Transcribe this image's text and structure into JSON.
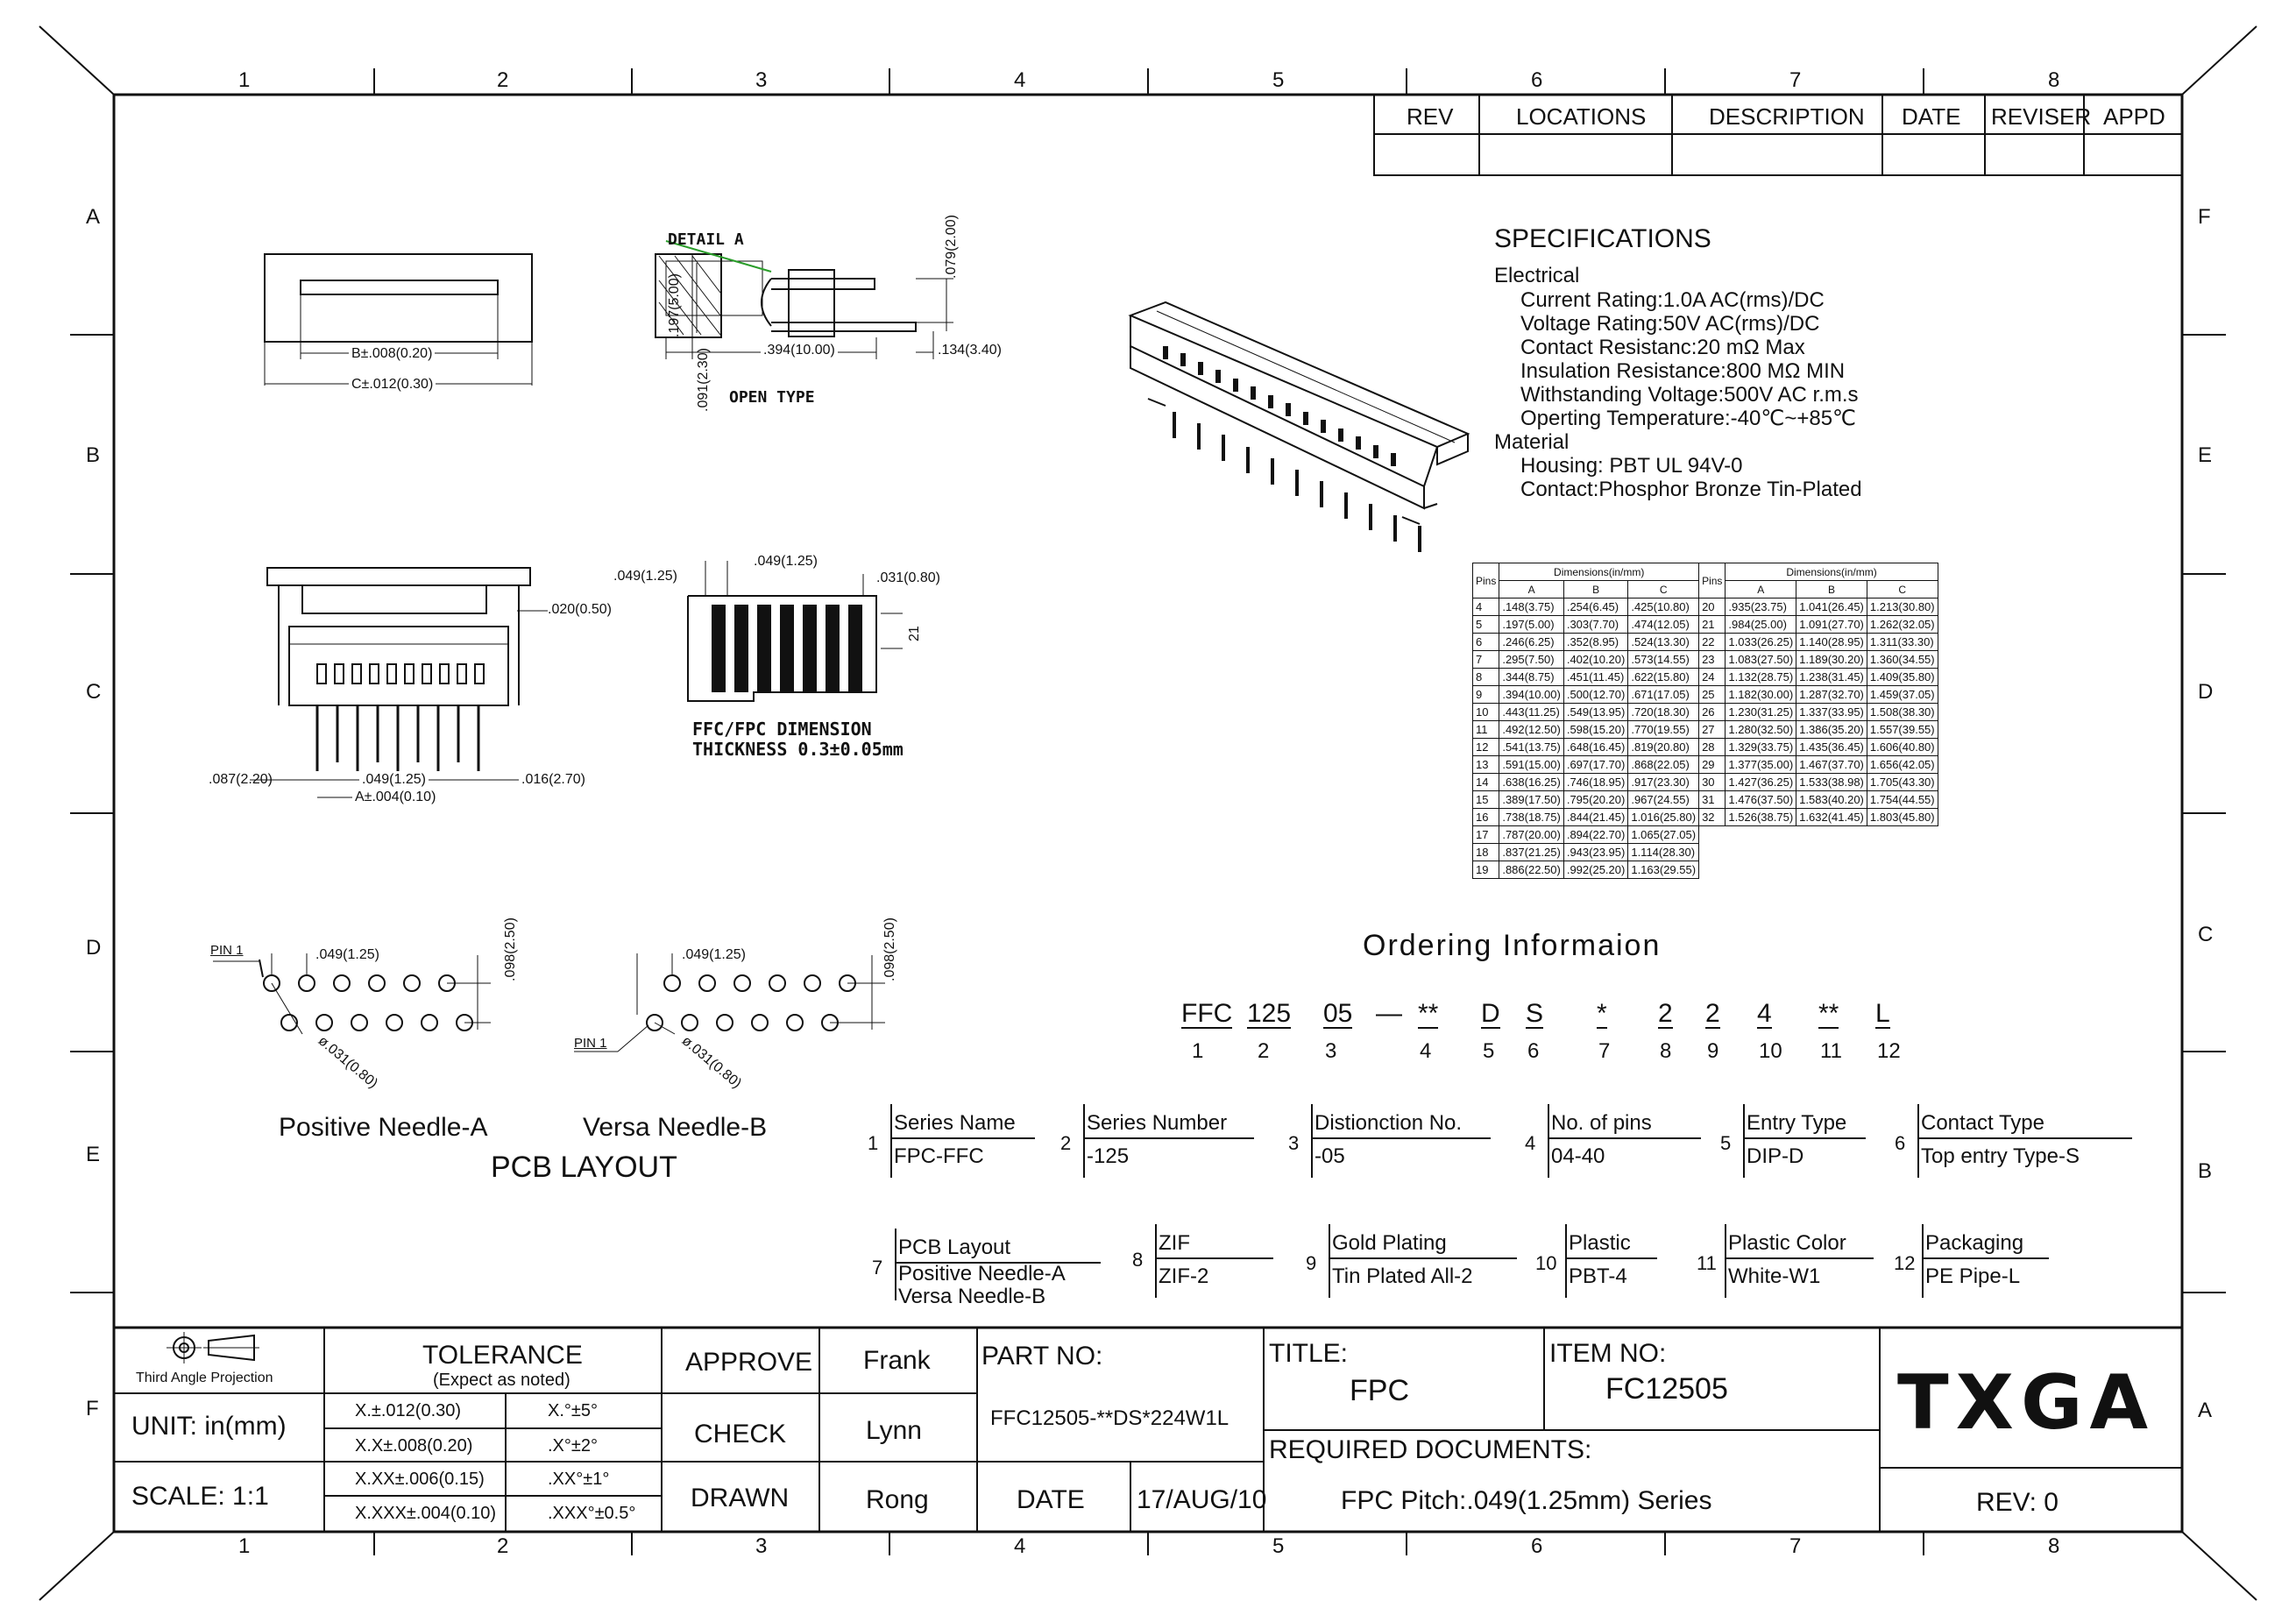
{
  "frame": {
    "top_numbers": [
      "1",
      "2",
      "3",
      "4",
      "5",
      "6",
      "7",
      "8"
    ],
    "bottom_numbers": [
      "1",
      "2",
      "3",
      "4",
      "5",
      "6",
      "7",
      "8"
    ],
    "left_letters": [
      "A",
      "B",
      "C",
      "D",
      "E",
      "F"
    ],
    "right_letters": [
      "F",
      "E",
      "D",
      "C",
      "B",
      "A"
    ]
  },
  "revision_block": {
    "headers": [
      "REV",
      "LOCATIONS",
      "DESCRIPTION",
      "DATE",
      "REVISER",
      "APPD"
    ]
  },
  "views": {
    "detail_label": "DETAIL A",
    "open_type": "OPEN TYPE",
    "dim_b": "B±.008(0.20)",
    "dim_c": "C±.012(0.30)",
    "dim_197": ".197(5.00)",
    "dim_091": ".091(2.30)",
    "dim_394": ".394(10.00)",
    "dim_134": ".134(3.40)",
    "dim_079": ".079(2.00)",
    "dim_020": ".020(0.50)",
    "dim_087": ".087(2.20)",
    "dim_049": ".049(1.25)",
    "dim_016": ".016(2.70)",
    "dim_a": "A±.004(0.10)",
    "ffc_049_left": ".049(1.25)",
    "ffc_049_top": ".049(1.25)",
    "ffc_031": ".031(0.80)",
    "ffc_21": "21",
    "ffc_title_1": "FFC/FPC DIMENSION",
    "ffc_title_2": "THICKNESS 0.3±0.05mm"
  },
  "pcb_layout": {
    "pin1_a": "PIN 1",
    "pin1_b": "PIN 1",
    "pitch_a": ".049(1.25)",
    "pitch_b": ".049(1.25)",
    "row_a": ".098(2.50)",
    "row_b": ".098(2.50)",
    "hole_a": "ø.031(0.80)",
    "hole_b": "ø.031(0.80)",
    "positive_label": "Positive Needle-A",
    "versa_label": "Versa Needle-B",
    "title": "PCB LAYOUT"
  },
  "specifications": {
    "title": "SPECIFICATIONS",
    "electrical": "Electrical",
    "lines_electrical": [
      "Current Rating:1.0A AC(rms)/DC",
      "Voltage Rating:50V AC(rms)/DC",
      "Contact Resistanc:20 mΩ Max",
      "Insulation Resistance:800 MΩ  MIN",
      "Withstanding Voltage:500V AC r.m.s",
      "Operting Temperature:-40℃~+85℃"
    ],
    "material": "Material",
    "lines_material": [
      "Housing: PBT UL 94V-0",
      "Contact:Phosphor Bronze Tin-Plated"
    ]
  },
  "dimension_table": {
    "pins_header": "Pins",
    "group_header": "Dimensions(in/mm)",
    "col_headers": [
      "A",
      "B",
      "C"
    ],
    "left_rows": [
      [
        "4",
        ".148(3.75)",
        ".254(6.45)",
        ".425(10.80)"
      ],
      [
        "5",
        ".197(5.00)",
        ".303(7.70)",
        ".474(12.05)"
      ],
      [
        "6",
        ".246(6.25)",
        ".352(8.95)",
        ".524(13.30)"
      ],
      [
        "7",
        ".295(7.50)",
        ".402(10.20)",
        ".573(14.55)"
      ],
      [
        "8",
        ".344(8.75)",
        ".451(11.45)",
        ".622(15.80)"
      ],
      [
        "9",
        ".394(10.00)",
        ".500(12.70)",
        ".671(17.05)"
      ],
      [
        "10",
        ".443(11.25)",
        ".549(13.95)",
        ".720(18.30)"
      ],
      [
        "11",
        ".492(12.50)",
        ".598(15.20)",
        ".770(19.55)"
      ],
      [
        "12",
        ".541(13.75)",
        ".648(16.45)",
        ".819(20.80)"
      ],
      [
        "13",
        ".591(15.00)",
        ".697(17.70)",
        ".868(22.05)"
      ],
      [
        "14",
        ".638(16.25)",
        ".746(18.95)",
        ".917(23.30)"
      ],
      [
        "15",
        ".389(17.50)",
        ".795(20.20)",
        ".967(24.55)"
      ],
      [
        "16",
        ".738(18.75)",
        ".844(21.45)",
        "1.016(25.80)"
      ],
      [
        "17",
        ".787(20.00)",
        ".894(22.70)",
        "1.065(27.05)"
      ],
      [
        "18",
        ".837(21.25)",
        ".943(23.95)",
        "1.114(28.30)"
      ],
      [
        "19",
        ".886(22.50)",
        ".992(25.20)",
        "1.163(29.55)"
      ]
    ],
    "right_rows": [
      [
        "20",
        ".935(23.75)",
        "1.041(26.45)",
        "1.213(30.80)"
      ],
      [
        "21",
        ".984(25.00)",
        "1.091(27.70)",
        "1.262(32.05)"
      ],
      [
        "22",
        "1.033(26.25)",
        "1.140(28.95)",
        "1.311(33.30)"
      ],
      [
        "23",
        "1.083(27.50)",
        "1.189(30.20)",
        "1.360(34.55)"
      ],
      [
        "24",
        "1.132(28.75)",
        "1.238(31.45)",
        "1.409(35.80)"
      ],
      [
        "25",
        "1.182(30.00)",
        "1.287(32.70)",
        "1.459(37.05)"
      ],
      [
        "26",
        "1.230(31.25)",
        "1.337(33.95)",
        "1.508(38.30)"
      ],
      [
        "27",
        "1.280(32.50)",
        "1.386(35.20)",
        "1.557(39.55)"
      ],
      [
        "28",
        "1.329(33.75)",
        "1.435(36.45)",
        "1.606(40.80)"
      ],
      [
        "29",
        "1.377(35.00)",
        "1.467(37.70)",
        "1.656(42.05)"
      ],
      [
        "30",
        "1.427(36.25)",
        "1.533(38.98)",
        "1.705(43.30)"
      ],
      [
        "31",
        "1.476(37.50)",
        "1.583(40.20)",
        "1.754(44.55)"
      ],
      [
        "32",
        "1.526(38.75)",
        "1.632(41.45)",
        "1.803(45.80)"
      ]
    ]
  },
  "ordering": {
    "title": "Ordering Informaion",
    "code_parts": [
      "FFC",
      "125",
      "05",
      "—",
      "**",
      "D",
      "S",
      "*",
      "2",
      "2",
      "4",
      "**",
      "L"
    ],
    "code_numbers": [
      "1",
      "2",
      "3",
      "4",
      "5",
      "6",
      "7",
      "8",
      "9",
      "10",
      "11",
      "12"
    ],
    "items": [
      {
        "num": "1",
        "header": "Series Name",
        "value": "FPC-FFC"
      },
      {
        "num": "2",
        "header": "Series Number",
        "value": "-125"
      },
      {
        "num": "3",
        "header": "Distionction No.",
        "value": "-05"
      },
      {
        "num": "4",
        "header": "No. of pins",
        "value": "04-40"
      },
      {
        "num": "5",
        "header": "Entry Type",
        "value": "DIP-D"
      },
      {
        "num": "6",
        "header": "Contact Type",
        "value": "Top entry Type-S"
      },
      {
        "num": "7",
        "header": "PCB Layout",
        "value": "Positive Needle-A",
        "value2": "Versa Needle-B"
      },
      {
        "num": "8",
        "header": "ZIF",
        "value": "ZIF-2"
      },
      {
        "num": "9",
        "header": "Gold Plating",
        "value": "Tin Plated All-2"
      },
      {
        "num": "10",
        "header": "Plastic",
        "value": "PBT-4"
      },
      {
        "num": "11",
        "header": "Plastic Color",
        "value": "White-W1"
      },
      {
        "num": "12",
        "header": "Packaging",
        "value": "PE Pipe-L"
      }
    ]
  },
  "title_block": {
    "projection": "Third Angle Projection",
    "unit": "UNIT:  in(mm)",
    "scale": "SCALE:  1:1",
    "tolerance": "TOLERANCE",
    "tolerance_sub": "(Expect as noted)",
    "tol_rows": [
      [
        "X.±.012(0.30)",
        "X.°±5°"
      ],
      [
        "X.X±.008(0.20)",
        ".X°±2°"
      ],
      [
        "X.XX±.006(0.15)",
        ".XX°±1°"
      ],
      [
        "X.XXX±.004(0.10)",
        ".XXX°±0.5°"
      ]
    ],
    "approve": "APPROVE",
    "approve_name": "Frank",
    "check": "CHECK",
    "check_name": "Lynn",
    "drawn": "DRAWN",
    "drawn_name": "Rong",
    "part_no_label": "PART NO:",
    "part_no": "FFC12505-**DS*224W1L",
    "date_label": "DATE",
    "date": "17/AUG/10",
    "title_label": "TITLE:",
    "title": "FPC",
    "item_no_label": "ITEM NO:",
    "item_no": "FC12505",
    "req_docs": "REQUIRED DOCUMENTS:",
    "series": "FPC Pitch:.049(1.25mm) Series",
    "logo": "TXGA",
    "rev": "REV: 0"
  }
}
